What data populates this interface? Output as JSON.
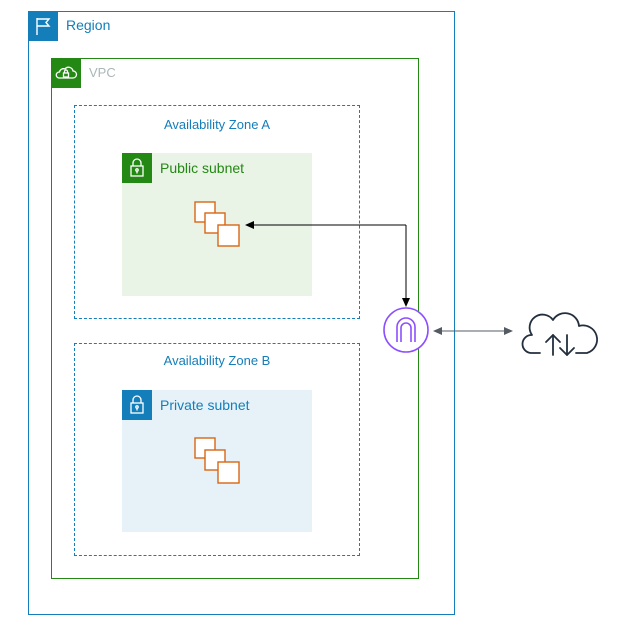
{
  "region": {
    "label": "Region",
    "icon": "flag-icon",
    "color": "#147eba"
  },
  "vpc": {
    "label": "VPC",
    "icon": "vpc-cloud-lock-icon",
    "color": "#248814"
  },
  "availability_zones": [
    {
      "label": "Availability Zone A",
      "subnet": {
        "label": "Public subnet",
        "icon": "lock-icon",
        "color": "#248814",
        "instances_icon": "ec2-instances-icon"
      }
    },
    {
      "label": "Availability Zone B",
      "subnet": {
        "label": "Private subnet",
        "icon": "lock-icon",
        "color": "#147eba",
        "instances_icon": "ec2-instances-icon"
      }
    }
  ],
  "internet_gateway": {
    "icon": "internet-gateway-icon",
    "color": "#8c4fff"
  },
  "internet": {
    "icon": "cloud-upload-download-icon"
  }
}
